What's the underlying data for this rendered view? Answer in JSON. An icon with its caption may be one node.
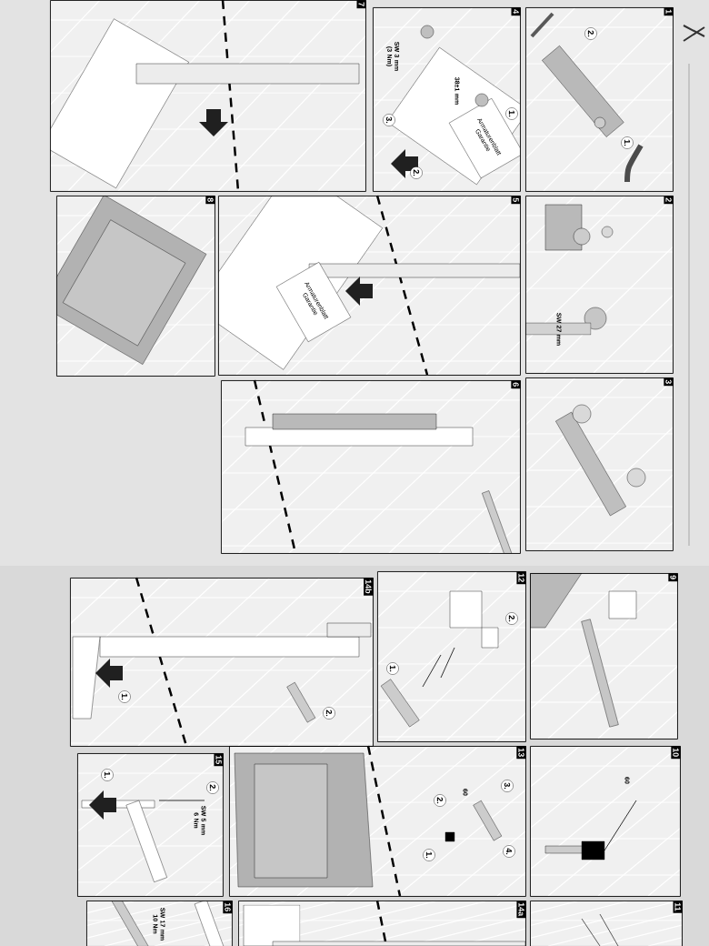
{
  "diagram": {
    "nodes": [
      {
        "text": [
          "1"
        ]
      },
      {
        "text": [
          "2"
        ]
      },
      {
        "text": [
          "3"
        ]
      },
      {
        "text": [
          "4"
        ]
      },
      {
        "text": [
          "5"
        ]
      },
      {
        "text": [
          "6"
        ]
      },
      {
        "text": [
          "7"
        ]
      },
      {
        "text": [
          "8"
        ]
      },
      {
        "text": [
          "9"
        ]
      },
      {
        "text": [
          "10"
        ]
      },
      {
        "text": [
          "11"
        ]
      },
      {
        "text": [
          "12"
        ]
      },
      {
        "text": [
          "13"
        ]
      },
      {
        "text": [
          "14a"
        ]
      },
      {
        "text": [
          "14b"
        ]
      },
      {
        "text": [
          "15"
        ]
      },
      {
        "text": [
          "16"
        ]
      }
    ],
    "labels": [
      "2.",
      "1.",
      "SW 3 mm (3 Nm)",
      "38±1 mm",
      "1.",
      "3.",
      "2.",
      "Armaturenblatt Garantie",
      "SW 27 mm",
      "Armaturenblatt Garantie",
      "1.",
      "2.",
      "60",
      "3.",
      "2.",
      "60",
      "1.",
      "4.",
      "1.",
      "2.",
      "1.",
      "2.",
      "SW 5 mm 6 Nm",
      "SW 17 mm 10 Nm"
    ]
  }
}
